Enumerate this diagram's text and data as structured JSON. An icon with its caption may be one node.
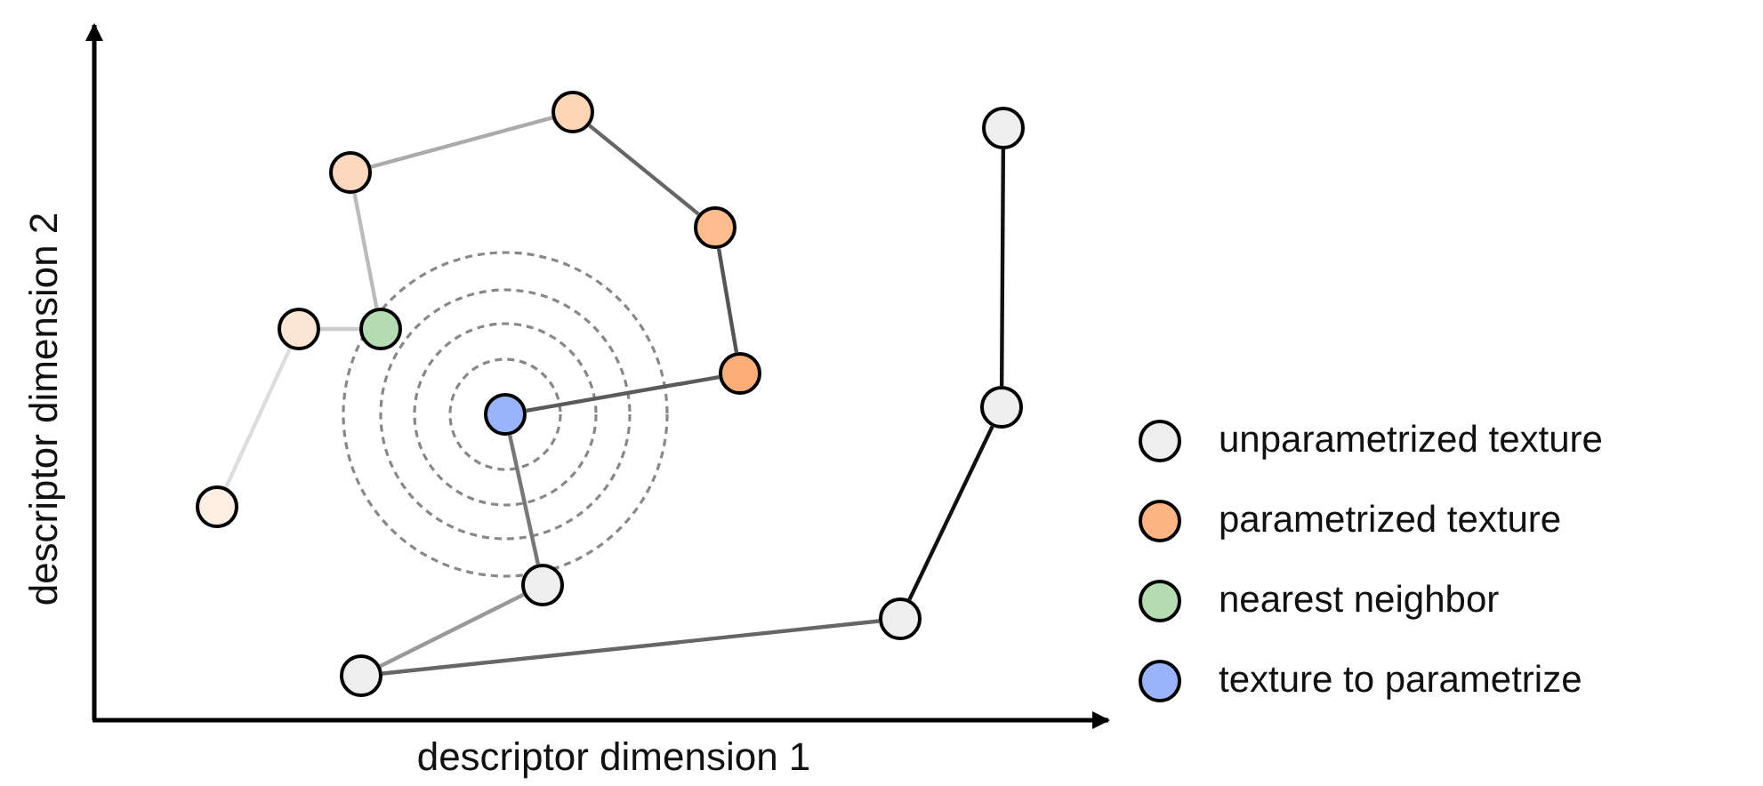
{
  "diagram": {
    "nodes": [
      {
        "text": [],
        "shape": "circle"
      },
      {
        "text": [],
        "shape": "circle"
      },
      {
        "text": [],
        "shape": "circle"
      },
      {
        "text": [],
        "shape": "circle"
      },
      {
        "text": [],
        "shape": "circle"
      },
      {
        "text": [],
        "shape": "circle"
      },
      {
        "text": [],
        "shape": "circle"
      },
      {
        "text": [],
        "shape": "circle"
      },
      {
        "text": [],
        "shape": "circle"
      },
      {
        "text": [],
        "shape": "circle"
      },
      {
        "text": [],
        "shape": "circle"
      },
      {
        "text": [],
        "shape": "circle"
      },
      {
        "text": [],
        "shape": "circle"
      }
    ],
    "edges": [
      {
        "from": 0,
        "to": 1,
        "arrow": "none",
        "color": "#dddddd"
      },
      {
        "from": 1,
        "to": 4,
        "arrow": "none",
        "color": "#cccccc"
      },
      {
        "from": 4,
        "to": 2,
        "arrow": "none",
        "color": "#bbbbbb"
      },
      {
        "from": 2,
        "to": 7,
        "arrow": "none",
        "color": "#aaaaaa"
      },
      {
        "from": 7,
        "to": 8,
        "arrow": "none",
        "color": "#666666"
      },
      {
        "from": 8,
        "to": 9,
        "arrow": "none",
        "color": "#555555"
      },
      {
        "from": 9,
        "to": 5,
        "arrow": "none",
        "color": "#5a5a5a"
      },
      {
        "from": 5,
        "to": 6,
        "arrow": "none",
        "color": "#777777"
      },
      {
        "from": 6,
        "to": 3,
        "arrow": "none",
        "color": "#999999"
      },
      {
        "from": 3,
        "to": 10,
        "arrow": "none",
        "color": "#666666"
      },
      {
        "from": 10,
        "to": 11,
        "arrow": "none",
        "color": "#111111"
      },
      {
        "from": 11,
        "to": 12,
        "arrow": "none",
        "color": "#111111"
      }
    ],
    "labels": [
      "descriptor dimension 2",
      "descriptor dimension 1"
    ],
    "legend": [
      {
        "text": "unparametrized texture",
        "color": "#eeeeee"
      },
      {
        "text": "parametrized texture",
        "color": "#fdb383"
      },
      {
        "text": "nearest neighbor",
        "color": "#b5dbb3"
      },
      {
        "text": "texture to parametrize",
        "color": "#9ab4fb"
      }
    ]
  }
}
